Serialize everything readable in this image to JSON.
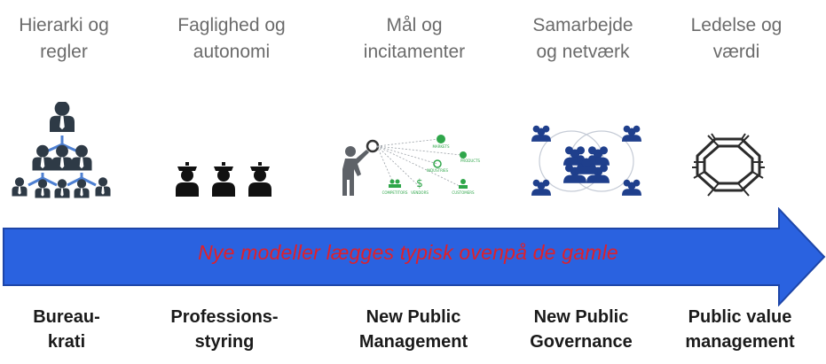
{
  "top_labels": {
    "l1": "Hierarki og",
    "l1b": "regler",
    "l2": "Faglighed og",
    "l2b": "autonomi",
    "l3": "Mål og",
    "l3b": "incitamenter",
    "l4": "Samarbejde",
    "l4b": "og netværk",
    "l5": "Ledelse og",
    "l5b": "værdi"
  },
  "arrow_text": "Nye modeller lægges typisk ovenpå de gamle",
  "bottom_labels": {
    "b1": "Bureau-",
    "b1b": "krati",
    "b2": "Professions-",
    "b2b": "styring",
    "b3": "New Public",
    "b3b": "Management",
    "b4": "New Public",
    "b4b": "Governance",
    "b5": "Public value",
    "b5b": "management"
  },
  "mini_labels": {
    "markets": "MARKETS",
    "products": "PRODUCTS",
    "industries": "INDUSTRIES",
    "competitors": "COMPETITORS",
    "vendors": "VENDORS",
    "customers": "CUSTOMERS"
  },
  "colors": {
    "arrow_blue": "#2a62e0",
    "arrow_text": "#e0202a",
    "network_blue": "#1f3f8c",
    "dark_gray": "#2e3a46",
    "green": "#2fa64a"
  },
  "icons": [
    "hierarchy-icon",
    "professionals-icon",
    "analyst-icon",
    "network-icon",
    "interlocked-hands-icon"
  ]
}
